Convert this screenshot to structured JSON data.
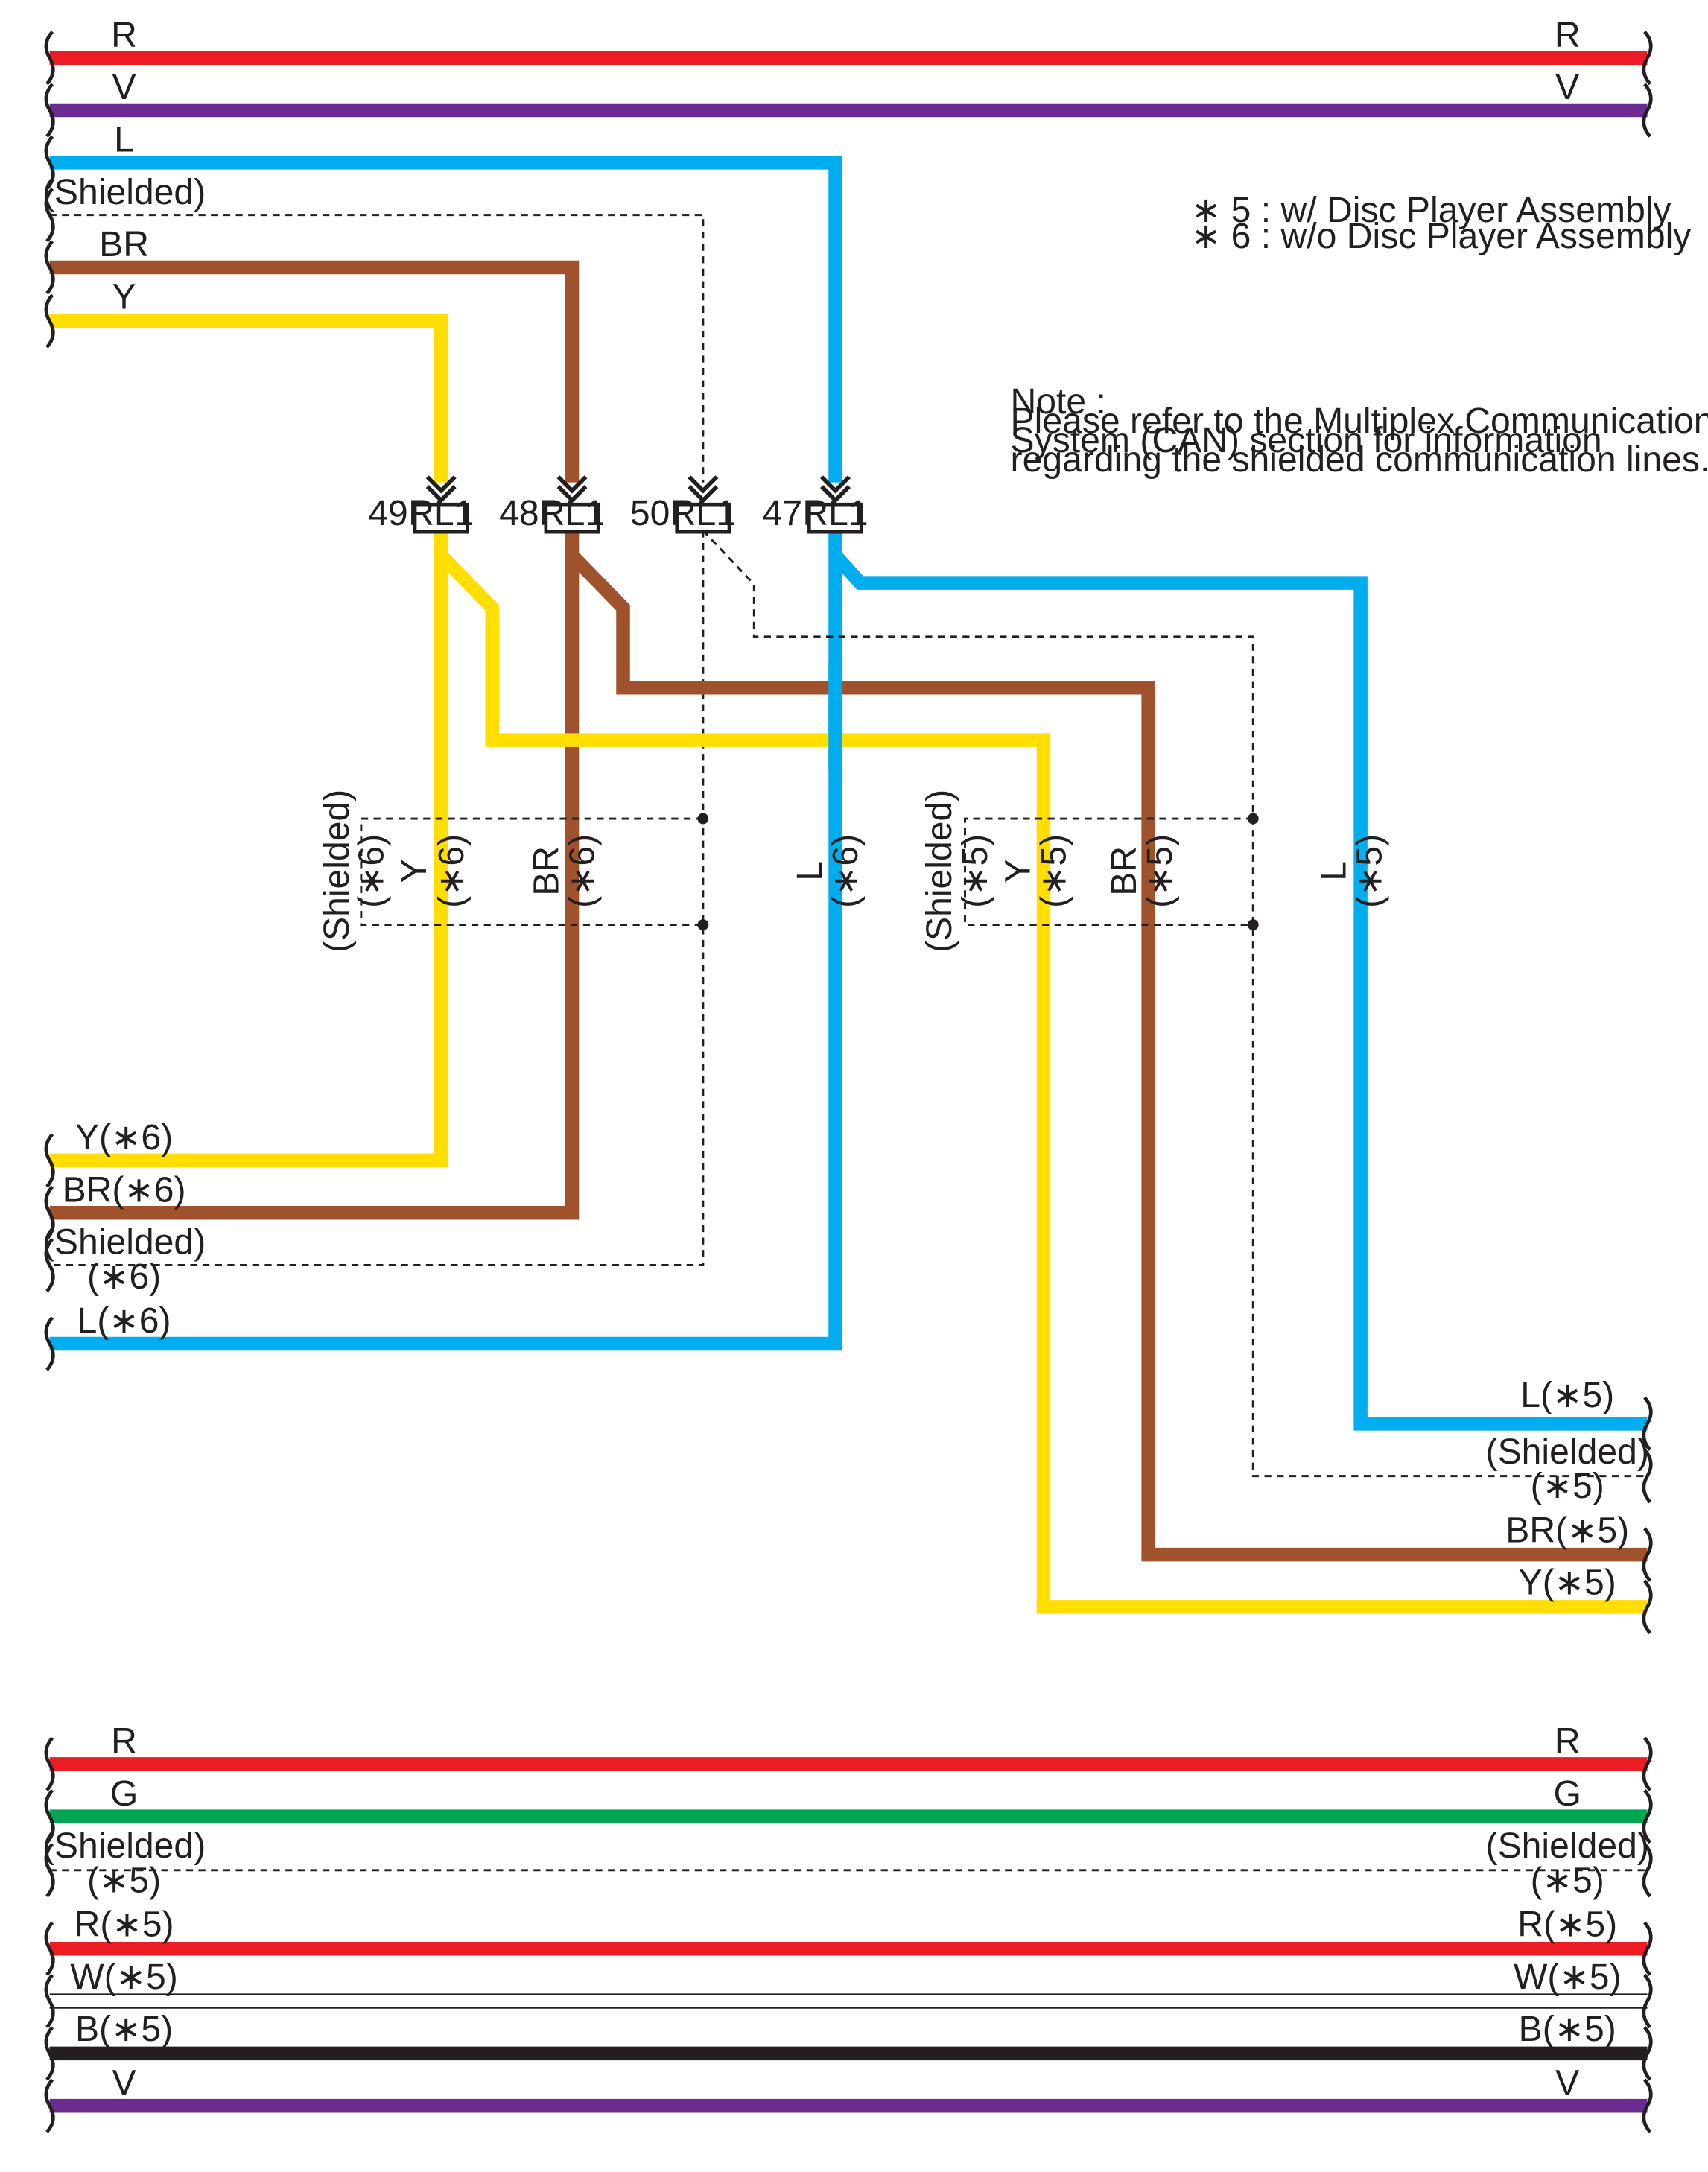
{
  "colors": {
    "R": "#ec1c24",
    "V": "#6a2c91",
    "L": "#00aeef",
    "BR": "#a0522d",
    "Y": "#ffde00",
    "G": "#00a651",
    "B": "#231f20",
    "W": "#ffffff",
    "shield": "#231f20"
  },
  "legend": {
    "line1": "∗ 5 : w/ Disc Player Assembly",
    "line2": "∗ 6 : w/o Disc Player Assembly"
  },
  "note": {
    "line1": "Note :",
    "line2": "Please refer to the Multiplex Communication",
    "line3": "System (CAN) section for information",
    "line4": "regarding the shielded communication lines."
  },
  "connector": {
    "name": "RL1",
    "pins": [
      {
        "pin": "49",
        "color": "Y"
      },
      {
        "pin": "48",
        "color": "BR"
      },
      {
        "pin": "50",
        "color": "Shielded"
      },
      {
        "pin": "47",
        "color": "L"
      }
    ]
  },
  "top_wires": {
    "R_left": "R",
    "R_right": "R",
    "V_left": "V",
    "V_right": "V",
    "L": "L",
    "shielded": "(Shielded)",
    "BR": "BR",
    "Y": "Y"
  },
  "variant6": {
    "shield": "(Shielded)",
    "tag": "(∗6)",
    "y_label": "Y",
    "br_label": "BR",
    "l_label": "L",
    "ends": {
      "y": "Y(∗6)",
      "br": "BR(∗6)",
      "shielded": "(Shielded)",
      "shielded_tag": "(∗6)",
      "l": "L(∗6)"
    }
  },
  "variant5": {
    "shield": "(Shielded)",
    "tag": "(∗5)",
    "y_label": "Y",
    "br_label": "BR",
    "l_label": "L",
    "ends": {
      "l": "L(∗5)",
      "shielded": "(Shielded)",
      "shielded_tag": "(∗5)",
      "br": "BR(∗5)",
      "y": "Y(∗5)"
    }
  },
  "bottom_wires": {
    "R_left": "R",
    "R_right": "R",
    "G_left": "G",
    "G_right": "G",
    "shield_left": "(Shielded)",
    "shield_right": "(Shielded)",
    "shield_tag_left": "(∗5)",
    "shield_tag_right": "(∗5)",
    "R5_left": "R(∗5)",
    "R5_right": "R(∗5)",
    "W5_left": "W(∗5)",
    "W5_right": "W(∗5)",
    "B5_left": "B(∗5)",
    "B5_right": "B(∗5)",
    "V_left": "V",
    "V_right": "V"
  }
}
